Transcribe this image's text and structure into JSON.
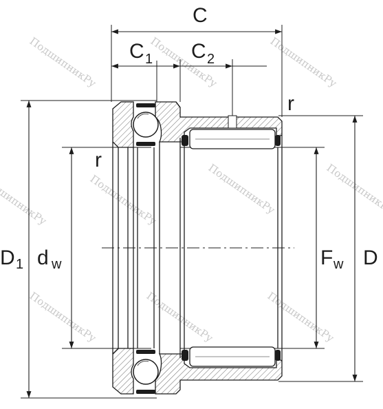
{
  "labels": {
    "C": "C",
    "C1": "C",
    "C1_sub": "1",
    "C2": "C",
    "C2_sub": "2",
    "r_top": "r",
    "r_left": "r",
    "D1": "D",
    "D1_sub": "1",
    "dw": "d",
    "dw_sub": "w",
    "Fw": "F",
    "Fw_sub": "w",
    "D": "D"
  },
  "watermark": "ПодшипникРу",
  "colors": {
    "line": "#1c1c1c",
    "hatch": "#6a6a6a",
    "background": "#ffffff",
    "watermark": "#c9c9c9"
  }
}
